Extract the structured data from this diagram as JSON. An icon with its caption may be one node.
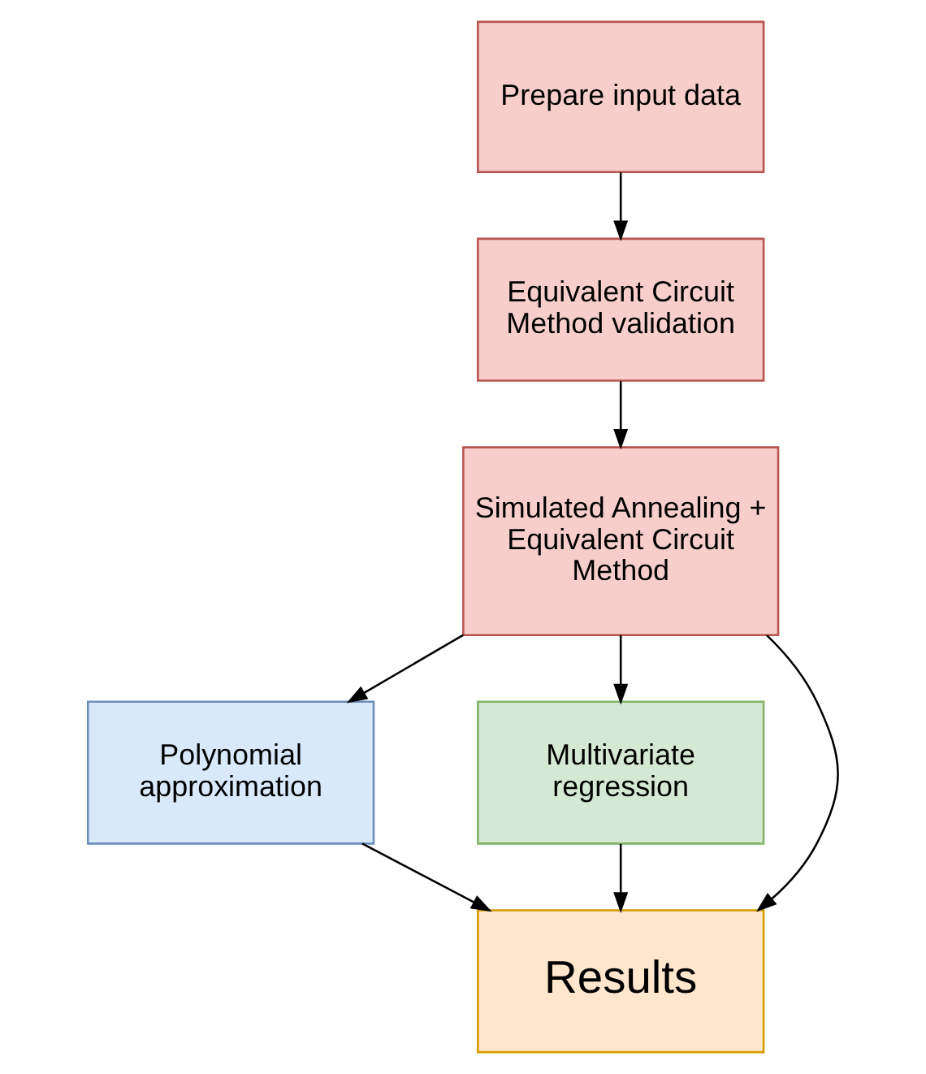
{
  "diagram": {
    "nodes": [
      {
        "text": [
          "Prepare input data"
        ]
      },
      {
        "text": [
          "Equivalent Circuit Method validation"
        ]
      },
      {
        "text": [
          "Simulated Annealing + Equivalent Circuit Method"
        ]
      },
      {
        "text": [
          "Polynomial approximation"
        ]
      },
      {
        "text": [
          "Multivariate regression"
        ]
      },
      {
        "text": [
          "Results"
        ]
      }
    ],
    "edges": [
      {
        "from": 0,
        "to": 1,
        "arrow": "to"
      },
      {
        "from": 1,
        "to": 2,
        "arrow": "to"
      },
      {
        "from": 2,
        "to": 3,
        "arrow": "to"
      },
      {
        "from": 2,
        "to": 5,
        "arrow": "to"
      },
      {
        "from": 2,
        "to": 4,
        "arrow": "to"
      },
      {
        "from": 3,
        "to": 5,
        "arrow": "to"
      },
      {
        "from": 4,
        "to": 5,
        "arrow": "to"
      }
    ]
  }
}
